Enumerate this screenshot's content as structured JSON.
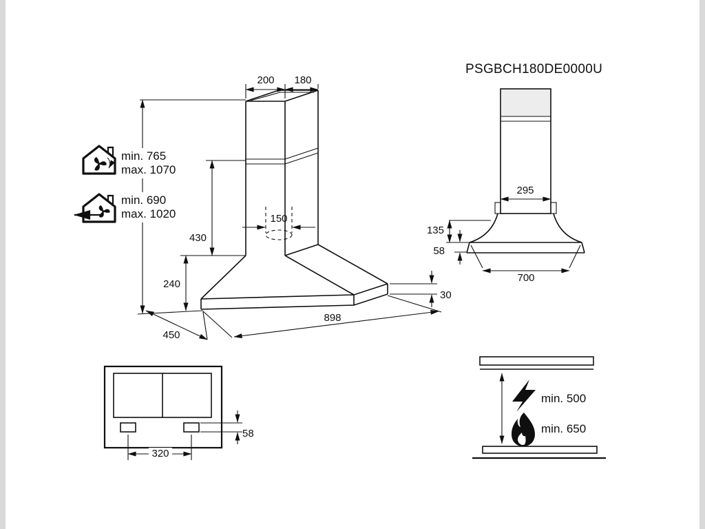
{
  "colors": {
    "line": "#0f0f0f",
    "background": "#ffffff",
    "edge_bar": "#d9d9d9",
    "chimney_top_band": "#ededed"
  },
  "title": "PSGBCH180DE0000U",
  "front_view": {
    "chimney_top_width": "200",
    "chimney_top_depth": "180",
    "recirculation_height_min": "min. 765",
    "recirculation_height_max": "max. 1070",
    "extraction_height_min": "min. 690",
    "extraction_height_max": "max. 1020",
    "lower_chimney_height": "430",
    "duct_diameter": "150",
    "hood_body_height": "240",
    "hood_depth": "450",
    "hood_width": "898",
    "rim_height": "30",
    "icons": {
      "recirculation": "recirculation-house-icon",
      "extraction": "extraction-house-icon"
    }
  },
  "side_view": {
    "chimney_width": "295",
    "canopy_height": "135",
    "rim_height": "58",
    "base_width": "700"
  },
  "bottom_view": {
    "lamp_spacing": "320",
    "lamp_height": "58"
  },
  "clearance_view": {
    "electric_hob_clearance": "min. 500",
    "gas_hob_clearance": "min. 650",
    "icons": {
      "electric": "lightning-icon",
      "gas": "flame-icon"
    }
  }
}
